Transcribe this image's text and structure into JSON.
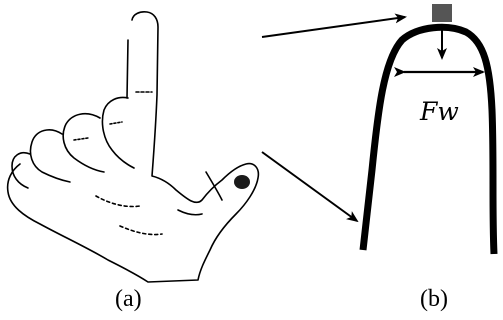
{
  "panels": {
    "a": {
      "label": "(a)"
    },
    "b": {
      "label": "(b)"
    }
  },
  "annotations": {
    "finger_width": "Fw"
  },
  "colors": {
    "ink": "#000000",
    "tip_marker": "#555555",
    "background": "#ffffff"
  }
}
